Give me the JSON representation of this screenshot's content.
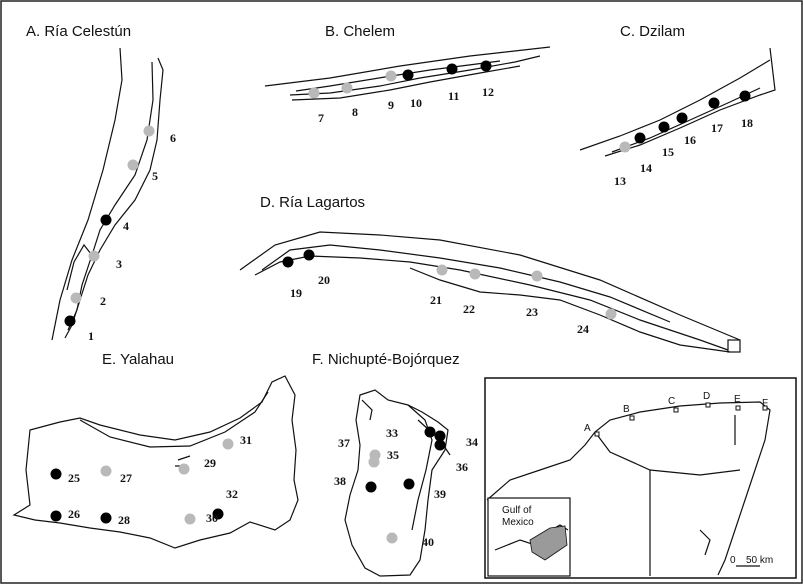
{
  "panels": {
    "A": "A. Ría Celestún",
    "B": "B. Chelem",
    "C": "C. Dzilam",
    "D": "D. Ría Lagartos",
    "E": "E. Yalahau",
    "F": "F. Nichupté-Bojórquez"
  },
  "site_numbers": [
    "1",
    "2",
    "3",
    "4",
    "5",
    "6",
    "7",
    "8",
    "9",
    "10",
    "11",
    "12",
    "13",
    "14",
    "15",
    "16",
    "17",
    "18",
    "19",
    "20",
    "21",
    "22",
    "23",
    "24",
    "25",
    "26",
    "27",
    "28",
    "29",
    "30",
    "31",
    "32",
    "33",
    "34",
    "35",
    "36",
    "37",
    "38",
    "39",
    "40"
  ],
  "inset": {
    "site_letters": [
      "A",
      "B",
      "C",
      "D",
      "E",
      "F"
    ],
    "gulf_label_line1": "Gulf of",
    "gulf_label_line2": "Mexico",
    "scale_zero": "0",
    "scale_label": "50 km"
  },
  "legend_colors": {
    "black_site": "#000000",
    "grey_site": "#b9b9b9"
  }
}
